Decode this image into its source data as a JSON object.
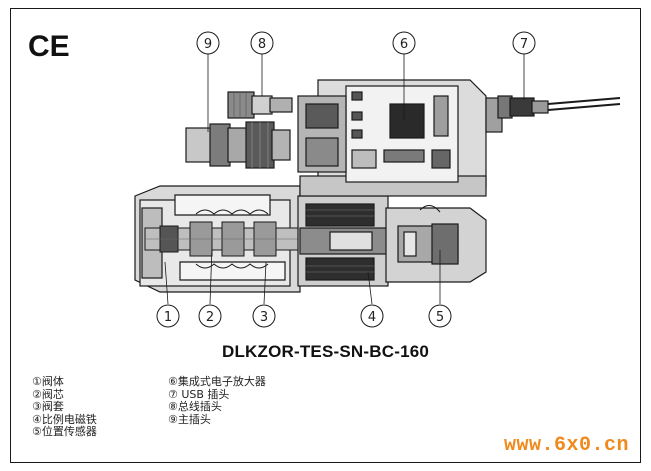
{
  "ce_mark": "CE",
  "title": "DLKZOR-TES-SN-BC-160",
  "callouts": [
    "1",
    "2",
    "3",
    "4",
    "5",
    "6",
    "7",
    "8",
    "9"
  ],
  "legend_left": [
    "①阀体",
    "②阀芯",
    "③阀套",
    "④比例电磁铁",
    "⑤位置传感器"
  ],
  "legend_right": [
    "⑥集成式电子放大器",
    "⑦ USB 插头",
    "⑧总线插头",
    "⑨主插头"
  ],
  "watermark": "www.6x0.cn",
  "colors": {
    "line": "#1a1a1a",
    "body_fill": "#d6d6d6",
    "dark_fill": "#3a3a3a",
    "watermark": "#f08a1c"
  }
}
